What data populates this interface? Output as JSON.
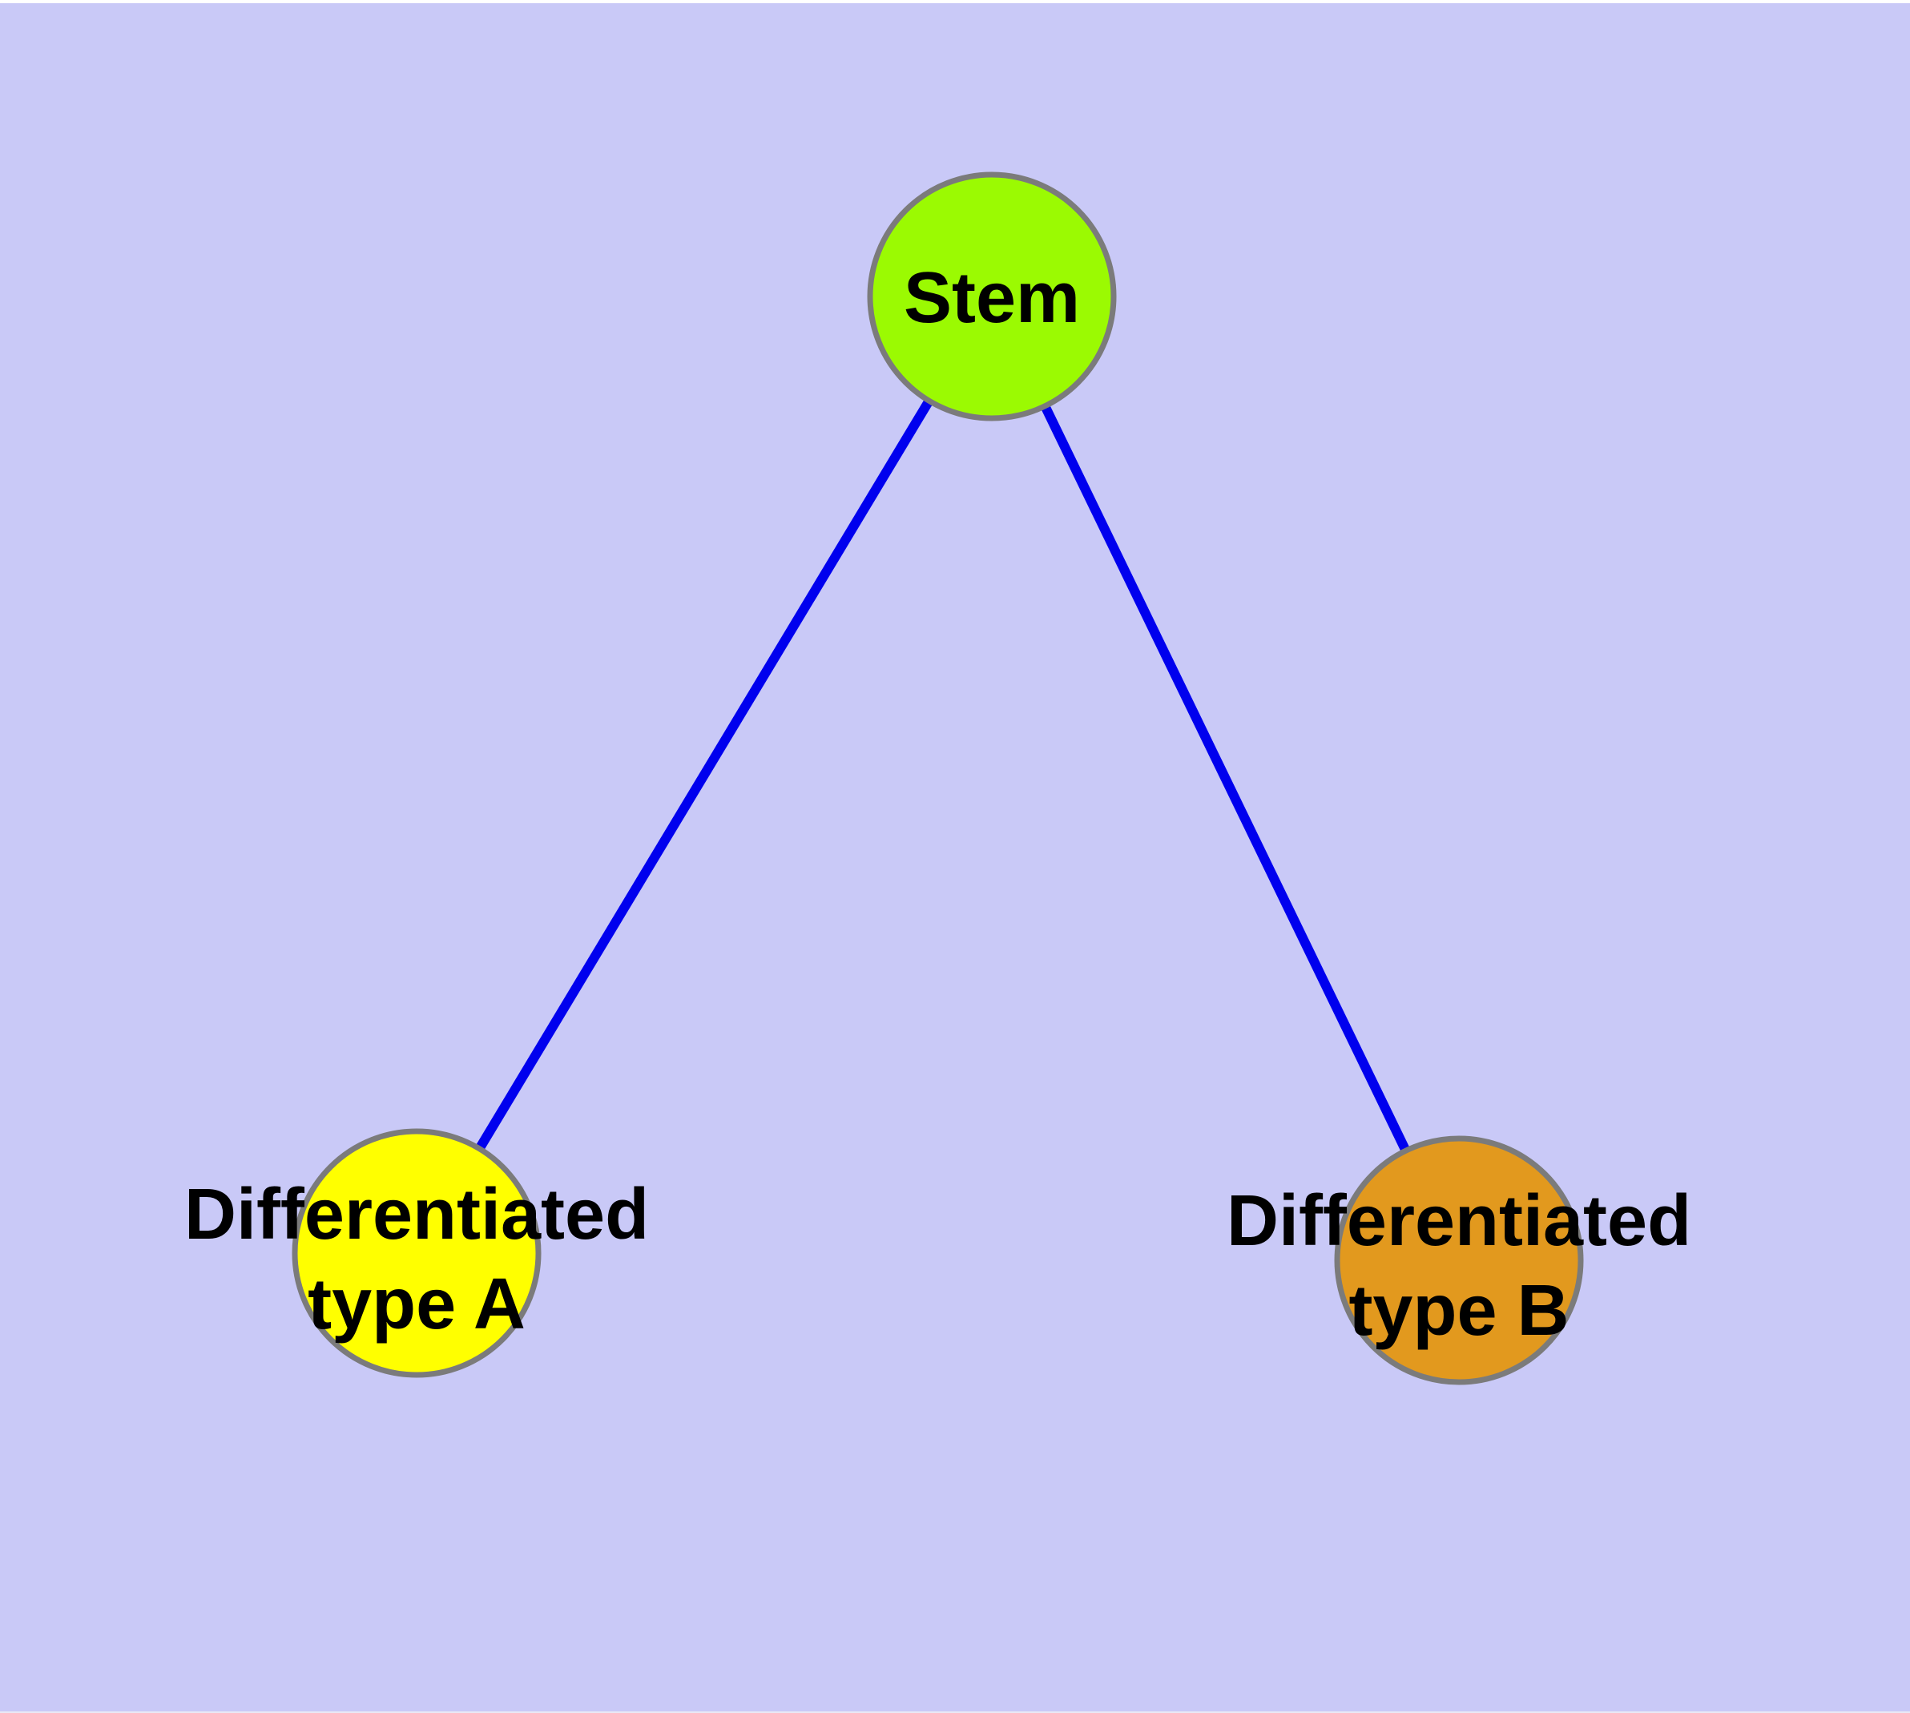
{
  "background_color": "#C9C9F7",
  "frame": {
    "top_strip_color": "#FFFFFF",
    "bottom_strip_color": "#E9E9F6"
  },
  "edge_style": {
    "color": "#0000EE"
  },
  "node_border_color": "#7B7B7B",
  "nodes": [
    {
      "id": "stem",
      "label": "Stem",
      "label_lines": [
        "Stem"
      ],
      "color": "#9BFA02"
    },
    {
      "id": "differentiated-type-a",
      "label": "Differentiated type A",
      "label_lines": [
        "Differentiated",
        "type A"
      ],
      "color": "#FFFF00"
    },
    {
      "id": "differentiated-type-b",
      "label": "Differentiated type B",
      "label_lines": [
        "Differentiated",
        "type B"
      ],
      "color": "#E2991E"
    }
  ],
  "edges": [
    {
      "from": "stem",
      "to": "differentiated-type-a"
    },
    {
      "from": "stem",
      "to": "differentiated-type-b"
    }
  ]
}
